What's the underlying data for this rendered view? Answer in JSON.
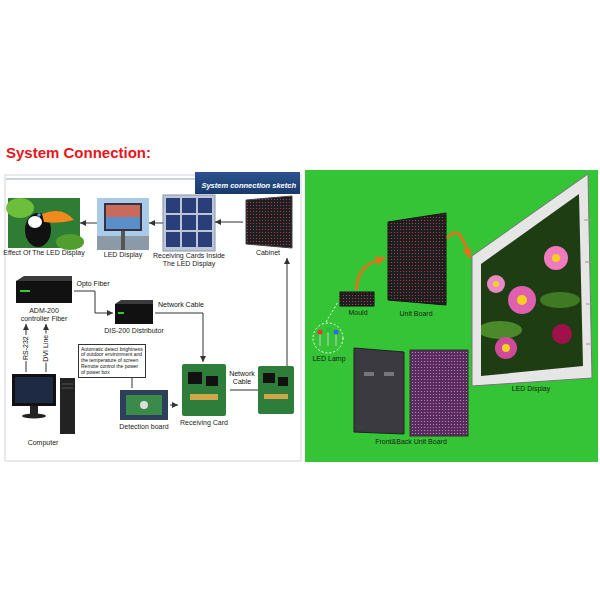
{
  "diagram": {
    "title": "System Connection:",
    "nodes": [
      {
        "text": [
          "System connection sketch"
        ]
      },
      {
        "text": [
          "Effect Of The LED Display"
        ]
      },
      {
        "text": [
          "LED Display"
        ]
      },
      {
        "text": [
          "Receiving Cards Inside The LED Display"
        ]
      },
      {
        "text": [
          "Cabinet"
        ]
      },
      {
        "text": [
          "ADM-200 controller Fiber"
        ]
      },
      {
        "text": [
          "DIS-200 Distributor"
        ]
      },
      {
        "text": [
          "Automatic detect brightness of outdoor environment and the temperature of screen Remote control the power of power box"
        ]
      },
      {
        "text": [
          "Computer"
        ]
      },
      {
        "text": [
          "Detection board"
        ]
      },
      {
        "text": [
          "Receiving Card"
        ]
      },
      {
        "text": [
          "Unit Board"
        ]
      },
      {
        "text": [
          "Mould"
        ]
      },
      {
        "text": [
          "LED Lamp"
        ]
      },
      {
        "text": [
          "Front&Back Unit Board"
        ]
      },
      {
        "text": [
          "LED Display"
        ]
      }
    ],
    "edges": [
      {
        "from": 4,
        "to": 3,
        "arrow": "to"
      },
      {
        "from": 3,
        "to": 2,
        "arrow": "to"
      },
      {
        "from": 2,
        "to": 1,
        "arrow": "to"
      },
      {
        "from": 8,
        "to": 5,
        "label": "RS-232",
        "arrow": "to"
      },
      {
        "from": 8,
        "to": 5,
        "label": "DVI Line",
        "arrow": "to"
      },
      {
        "from": 5,
        "to": 6,
        "label": "Opto Fiber",
        "arrow": "to"
      },
      {
        "from": 6,
        "to": 10,
        "label": "Network Cable",
        "arrow": "to"
      },
      {
        "from": 10,
        "to": 4,
        "label": "Network Cable",
        "arrow": "to"
      },
      {
        "from": 9,
        "to": 10,
        "arrow": "to"
      },
      {
        "from": 7,
        "to": 9,
        "arrow": "none"
      },
      {
        "from": 12,
        "to": 11,
        "arrow": "to"
      },
      {
        "from": 11,
        "to": 15,
        "arrow": "to"
      },
      {
        "from": 13,
        "to": 12,
        "arrow": "none"
      }
    ]
  }
}
